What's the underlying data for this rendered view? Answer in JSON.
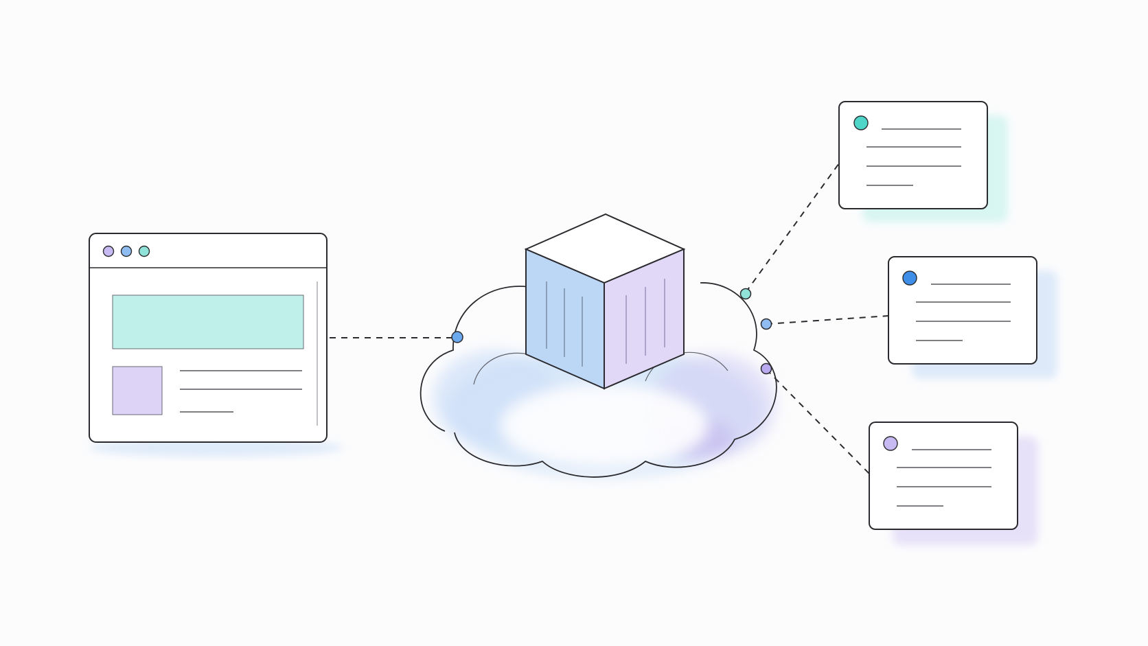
{
  "palette": {
    "background": "#fcfcfd",
    "stroke": "#2a2a2e",
    "teal": "#4fd6c8",
    "teal_soft": "#a9ece4",
    "blue": "#3f8fe8",
    "blue_soft": "#b9d6f5",
    "purple": "#a893e6",
    "purple_soft": "#d9cff5",
    "cloud_wash": "#c9def7",
    "node_blue": "#6aa9ee"
  },
  "browser_window": {
    "title_dots": [
      "purple-dot",
      "blue-dot",
      "teal-dot"
    ],
    "banner_color": "teal",
    "thumb_color": "purple"
  },
  "hub": {
    "shape": "cube-on-cloud",
    "left_face_color": "blue",
    "right_face_color": "purple"
  },
  "connection_nodes": [
    {
      "name": "browser-link-node",
      "color": "blue"
    },
    {
      "name": "card-top-link-node",
      "color": "teal"
    },
    {
      "name": "card-middle-link-node",
      "color": "blue"
    },
    {
      "name": "card-bottom-link-node",
      "color": "purple"
    }
  ],
  "cards": [
    {
      "name": "card-top",
      "dot_color": "teal",
      "shadow_color": "teal"
    },
    {
      "name": "card-middle",
      "dot_color": "blue",
      "shadow_color": "blue"
    },
    {
      "name": "card-bottom",
      "dot_color": "purple",
      "shadow_color": "purple"
    }
  ]
}
